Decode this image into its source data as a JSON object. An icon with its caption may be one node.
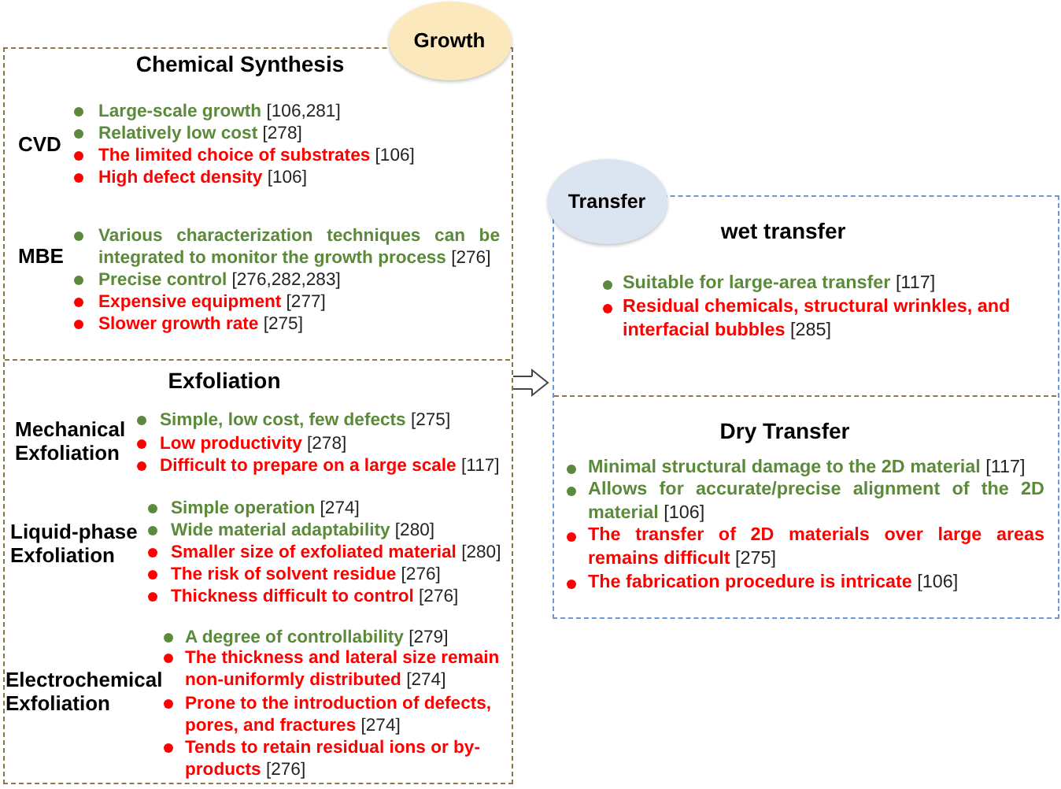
{
  "diagram": {
    "nodes": [
      {
        "text": [
          "Growth"
        ]
      },
      {
        "text": [
          "Chemical Synthesis",
          "CVD",
          "Large-scale growth [106,281]",
          "Relatively low cost [278]",
          "The limited choice of substrates [106]",
          "High defect density [106]",
          "MBE",
          "Various characterization techniques can be integrated to monitor the growth process [276]",
          "Precise control [276,282,283]",
          "Expensive equipment [277]",
          "Slower growth rate [275]"
        ],
        "in": 0
      },
      {
        "text": [
          "Exfoliation",
          "Mechanical Exfoliation",
          "Simple, low cost, few defects [275]",
          "Low productivity [278]",
          "Difficult to prepare on a large scale [117]",
          "Liquid-phase Exfoliation",
          "Simple operation [274]",
          "Wide material adaptability [280]",
          "Smaller size of exfoliated material [280]",
          "The risk of solvent residue [276]",
          "Thickness difficult to control [276]",
          "Electrochemical Exfoliation",
          "A degree of controllability [279]",
          "The thickness and lateral size remain non-uniformly distributed [274]",
          "Prone to the introduction of defects, pores, and fractures [274]",
          "Tends to retain residual ions or by-products [276]"
        ],
        "in": 0
      },
      {
        "text": [
          "Transfer"
        ]
      },
      {
        "text": [
          "wet transfer",
          "Suitable for large-area transfer [117]",
          "Residual chemicals, structural wrinkles, and interfacial bubbles [285]"
        ],
        "in": 3
      },
      {
        "text": [
          "Dry Transfer",
          "Minimal structural damage to the 2D material [117]",
          "Allows for accurate/precise alignment of the 2D material [106]",
          "The transfer of 2D materials over large areas remains difficult [275]",
          "The fabrication procedure is intricate [106]"
        ],
        "in": 3
      }
    ],
    "edges": [
      {
        "from": 0,
        "to": 3,
        "arrow": "to"
      }
    ]
  }
}
